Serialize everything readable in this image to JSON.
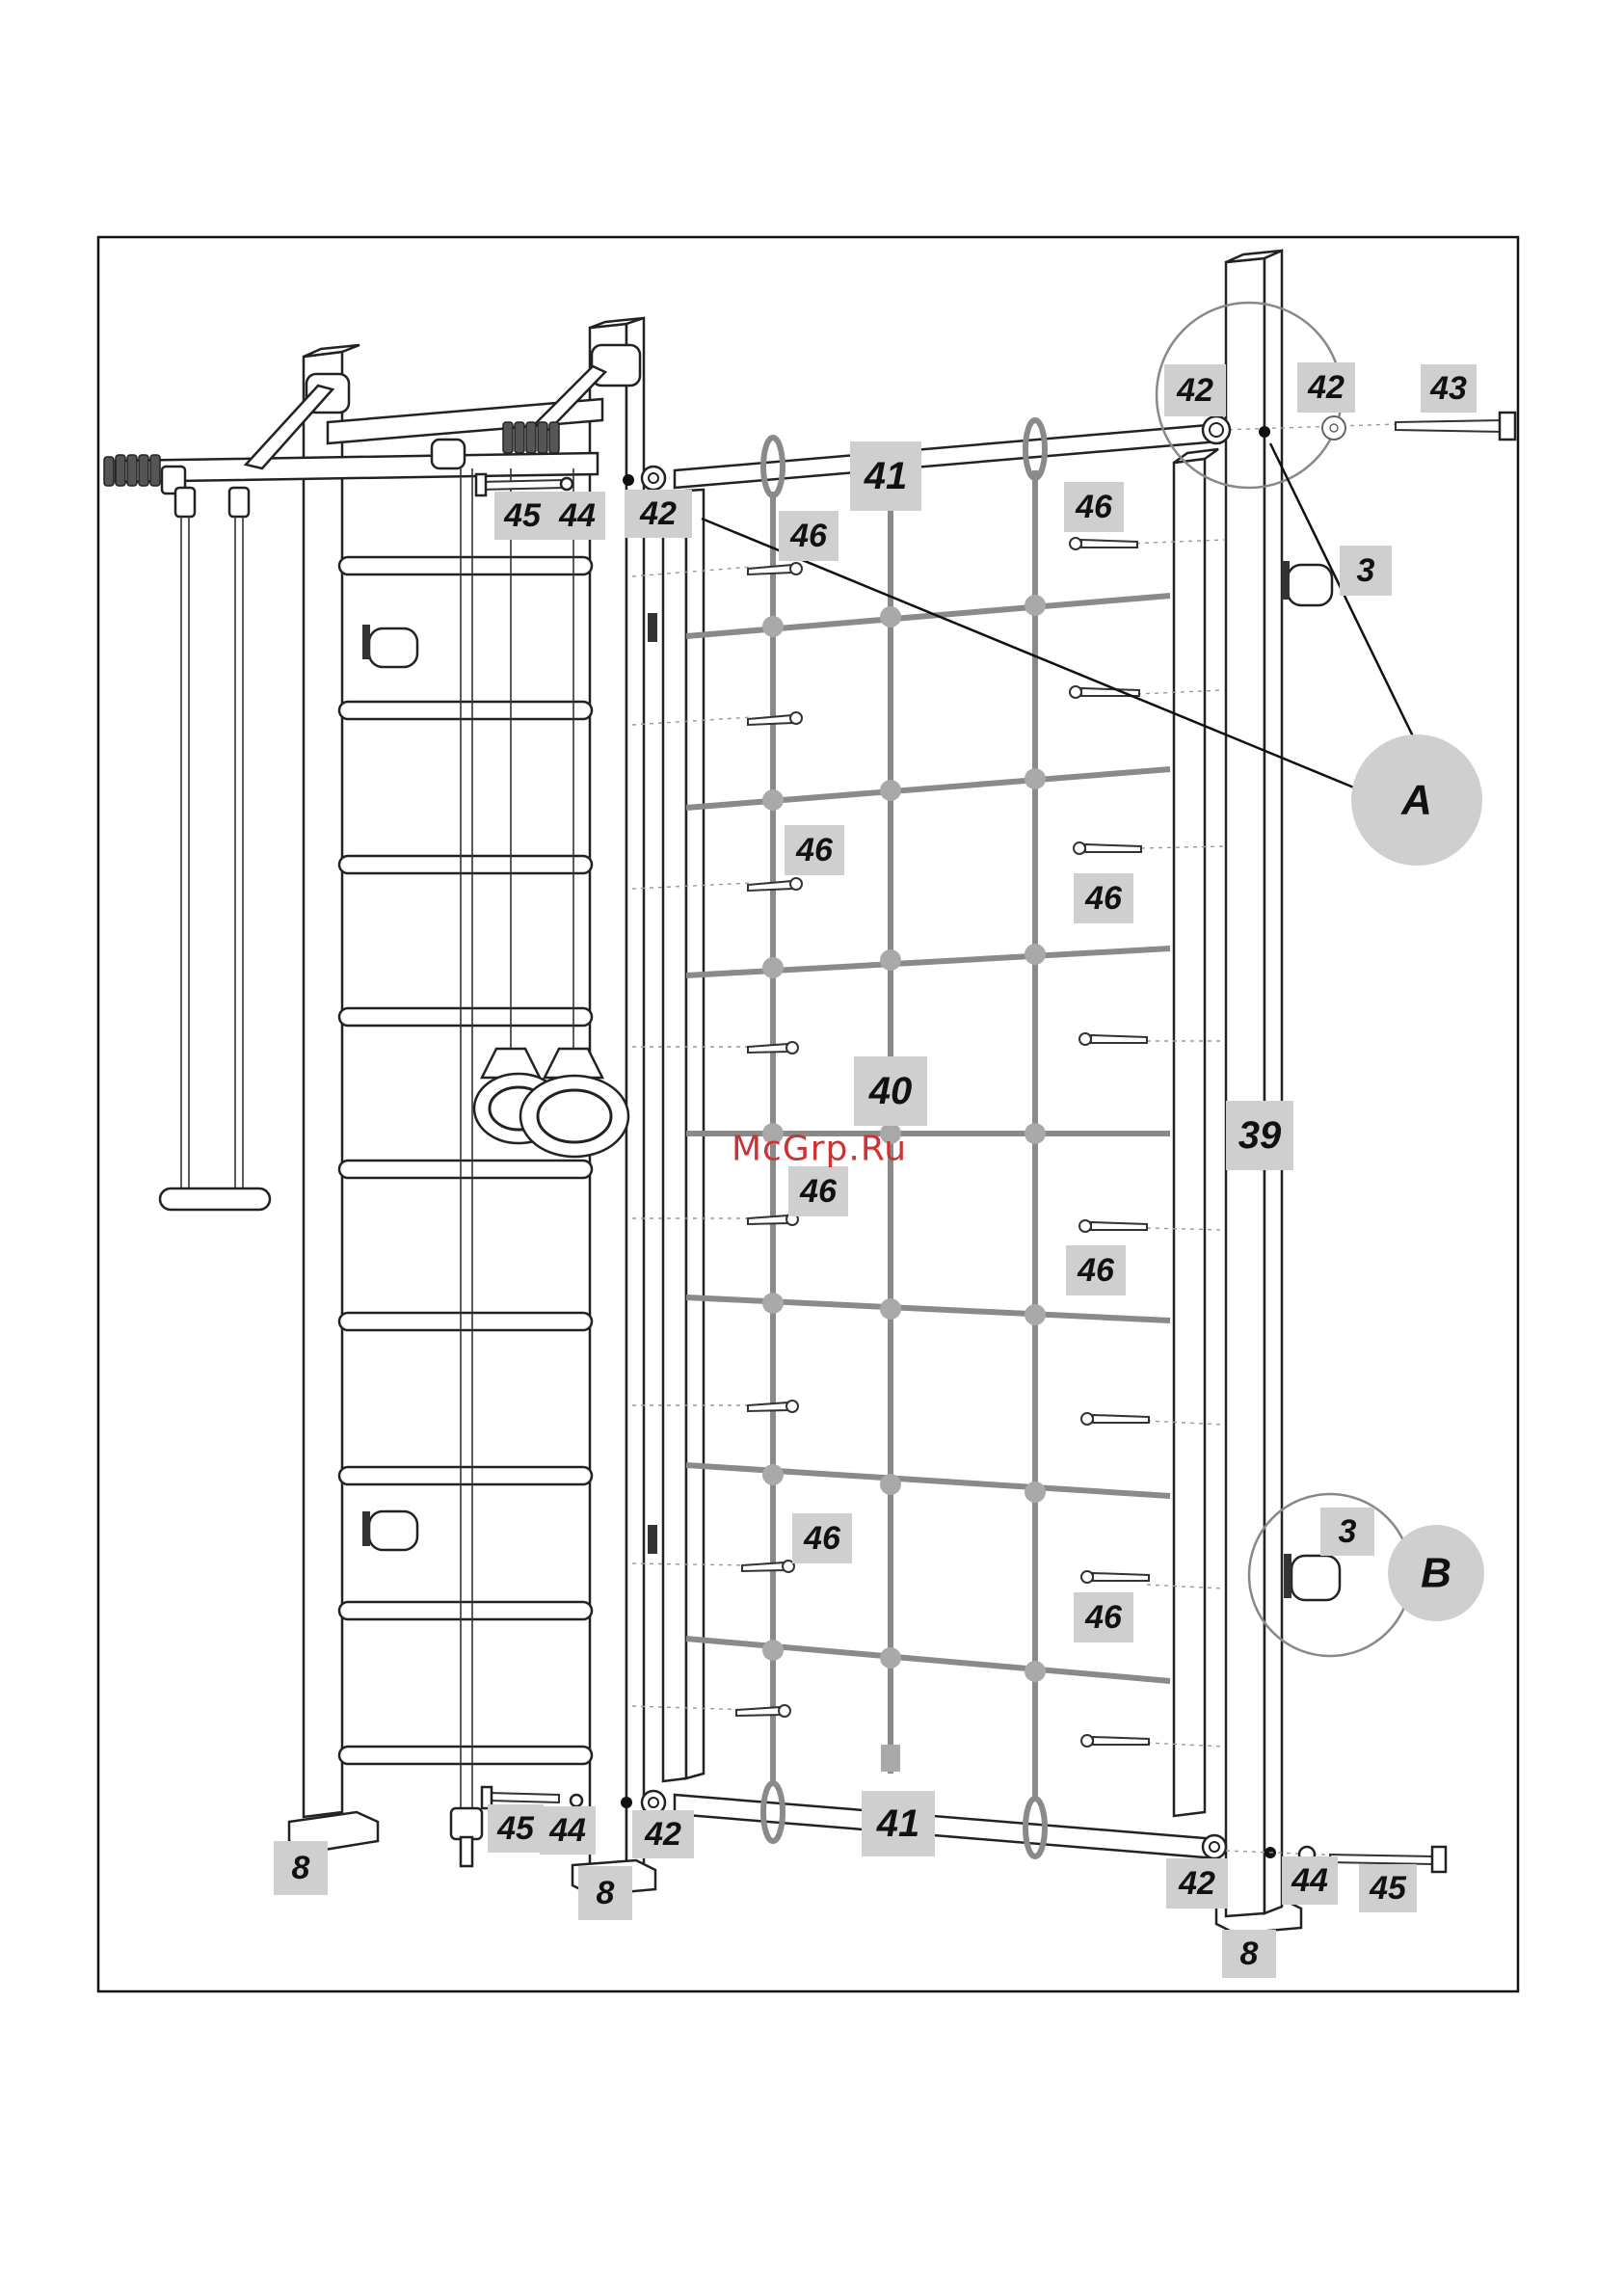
{
  "watermark": "McGrp.Ru",
  "callouts": {
    "a": "A",
    "b": "B"
  },
  "labels": {
    "top_42_left": "42",
    "top_45": "45",
    "top_44": "44",
    "top_41": "41",
    "circle_42_a": "42",
    "circle_42_b": "42",
    "top_43": "43",
    "hook_3": "3",
    "net_40": "40",
    "post_39": "39",
    "n46_1": "46",
    "n46_2": "46",
    "n46_3": "46",
    "n46_4": "46",
    "n46_5": "46",
    "n46_6": "46",
    "n46_7": "46",
    "n46_8": "46",
    "circle_b_3": "3",
    "bot_45_left": "45",
    "bot_44_left": "44",
    "bot_42_left": "42",
    "bot_41": "41",
    "bot_42_right": "42",
    "bot_44_right": "44",
    "bot_45_right": "45",
    "foot_8_left": "8",
    "foot_8_mid": "8",
    "foot_8_right": "8"
  }
}
